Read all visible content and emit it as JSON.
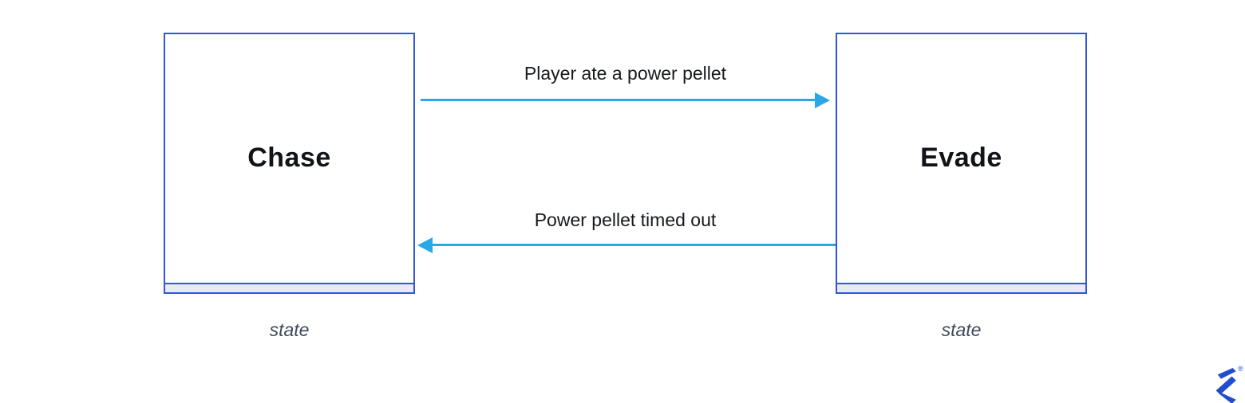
{
  "diagram": {
    "type": "state-machine",
    "states": [
      {
        "name": "Chase",
        "caption": "state"
      },
      {
        "name": "Evade",
        "caption": "state"
      }
    ],
    "transitions": [
      {
        "label": "Player ate a power pellet",
        "from": "Chase",
        "to": "Evade",
        "direction": "right"
      },
      {
        "label": "Power pellet timed out",
        "from": "Evade",
        "to": "Chase",
        "direction": "left"
      }
    ],
    "colors": {
      "state_border": "#3156d8",
      "state_fill": "#ffffff",
      "state_compartment_fill": "#e9ebf2",
      "transition_arrow": "#2aa7e8",
      "state_name_text": "#111318",
      "transition_label_text": "#16181c",
      "caption_text": "#3f4a5c",
      "logo_blue": "#204ecf",
      "background": "#ffffff"
    }
  },
  "branding": {
    "logo": "toptal-logo-mark",
    "registered_symbol": "®"
  }
}
